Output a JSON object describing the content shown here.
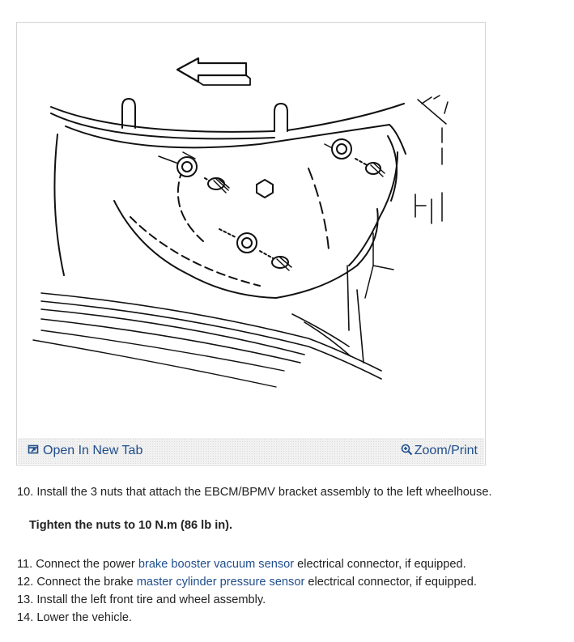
{
  "figure": {
    "open_new_tab_label": "Open In New Tab",
    "zoom_print_label": "Zoom/Print",
    "icons": [
      "open-in-new-tab-icon",
      "zoom-magnifier-icon"
    ]
  },
  "steps": [
    {
      "num": "10.",
      "text": "Install the 3 nuts that attach the EBCM/BPMV bracket assembly to the left wheelhouse."
    },
    {
      "num": "11.",
      "pre": "Connect the power ",
      "link": "brake booster vacuum sensor",
      "post": " electrical connector, if equipped."
    },
    {
      "num": "12.",
      "pre": "Connect the brake ",
      "link": "master cylinder pressure sensor",
      "post": " electrical connector, if equipped."
    },
    {
      "num": "13.",
      "text": "Install the left front tire and wheel assembly."
    },
    {
      "num": "14.",
      "text": "Lower the vehicle."
    }
  ],
  "note": {
    "text": "Tighten the nuts to 10 N.m (86 lb in)."
  },
  "colors": {
    "link": "#1f4e8c",
    "text": "#222222",
    "frame_border": "#d4d4d4"
  }
}
